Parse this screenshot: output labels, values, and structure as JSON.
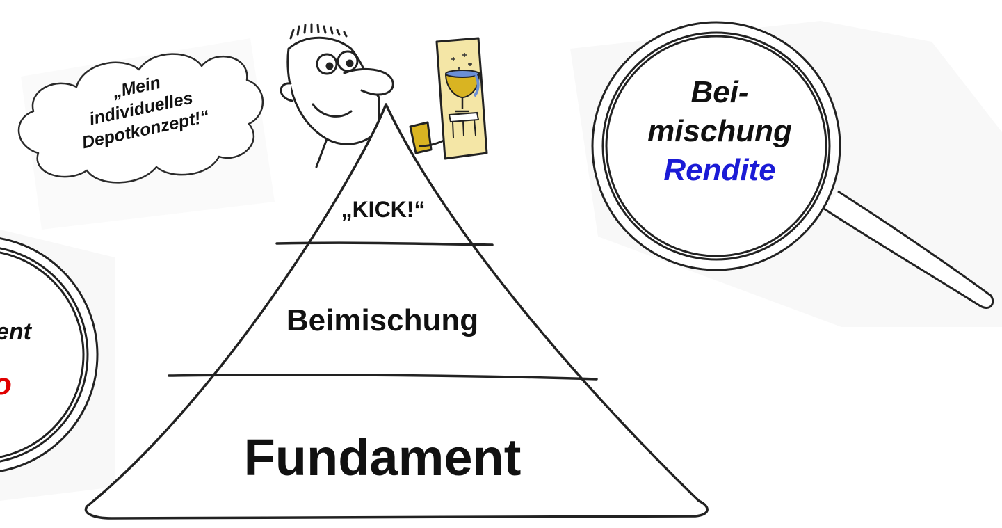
{
  "thought_bubble": {
    "lines": [
      "„Mein",
      "individuelles",
      "Depotkonzept!“"
    ]
  },
  "pyramid": {
    "top": "„KICK!“",
    "middle": "Beimischung",
    "bottom": "Fundament"
  },
  "magnifier_right": {
    "line1": "Bei-",
    "line2": "mischung",
    "line3": "Rendite"
  },
  "magnifier_left": {
    "line1": "ent",
    "line2": "o"
  },
  "colors": {
    "ink": "#111111",
    "accent_blue": "#1b1bd6",
    "accent_red": "#e00000",
    "grail_gold": "#d9b422",
    "card_bg": "#f4e6a6"
  },
  "icons": [
    "thought-cloud-icon",
    "cartoon-man-icon",
    "grail-card-icon",
    "magnifying-glass-icon"
  ]
}
